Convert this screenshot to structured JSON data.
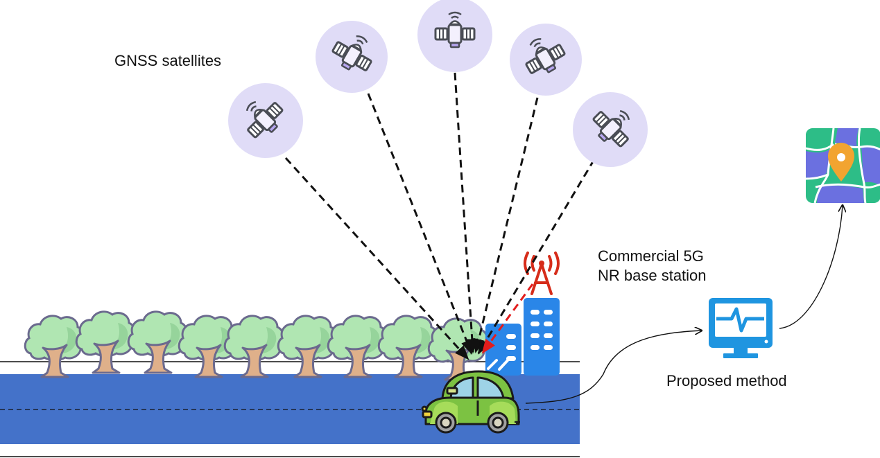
{
  "labels": {
    "gnss": "GNSS satellites",
    "base_station_line1": "Commercial 5G",
    "base_station_line2": "NR base station",
    "proposed_method": "Proposed method"
  },
  "colors": {
    "satellite_circle": "#e0dcf7",
    "satellite_stroke": "#4a4d55",
    "satellite_accent": "#b7a6f0",
    "road": "#4472c9",
    "tree_canopy": "#b0e6b2",
    "tree_shadow": "#96d49b",
    "tree_outline": "#6b6a8e",
    "tree_trunk": "#dfb08a",
    "building": "#2a86e8",
    "tower": "#d62c1a",
    "signal_arrow": "#e31d1d",
    "car_body": "#7cc242",
    "car_dark": "#4fa028",
    "monitor": "#1f95e0",
    "map_green": "#2dbd87",
    "map_purple": "#6b70e0",
    "map_pin": "#f2a430"
  },
  "icons": {
    "satellites": [
      "satellite-icon",
      "satellite-icon",
      "satellite-icon",
      "satellite-icon",
      "satellite-icon"
    ],
    "trees": 9,
    "base_station": "cell-tower-icon",
    "buildings": "buildings-icon",
    "vehicle": "car-icon",
    "processor": "monitor-pulse-icon",
    "result": "map-pin-icon"
  }
}
